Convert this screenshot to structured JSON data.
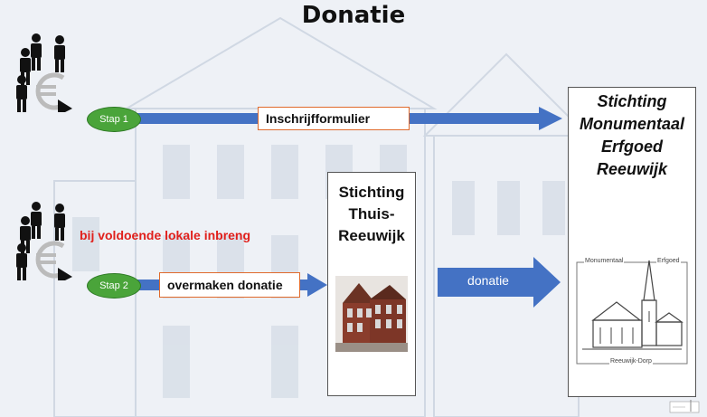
{
  "title": "Donatie",
  "step1": {
    "badge": "Stap 1",
    "label": "Inschrijfformulier"
  },
  "step2": {
    "badge": "Stap 2",
    "label": "overmaken donatie",
    "note": "bij voldoende lokale inbreng"
  },
  "thuis": {
    "line1": "Stichting",
    "line2": "Thuis-",
    "line3": "Reeuwijk"
  },
  "erfgoed": {
    "line1": "Stichting",
    "line2": "Monumentaal",
    "line3": "Erfgoed Reeuwijk",
    "logo_left": "Monumentaal",
    "logo_right": "Erfgoed",
    "logo_bottom": "Reeuwijk-Dorp"
  },
  "donatie_arrow": "donatie",
  "colors": {
    "arrow": "#4472c4",
    "badge": "#4aa43a",
    "box_border": "#e06a2c",
    "note": "#e0201c"
  }
}
